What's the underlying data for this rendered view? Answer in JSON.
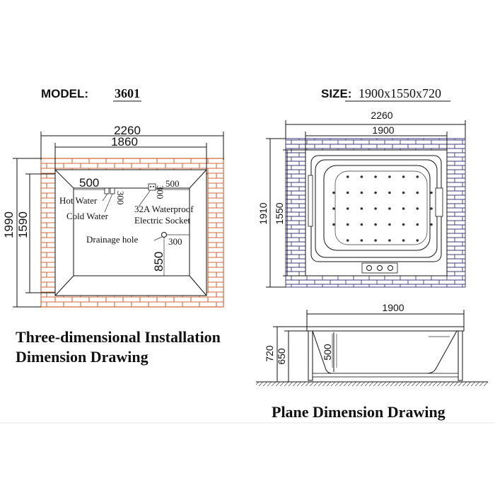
{
  "header": {
    "model_label": "MODEL:",
    "model_value": "3601",
    "size_label": "SIZE:",
    "size_value": "1900x1550x720"
  },
  "installation": {
    "dim_outer_width": "2260",
    "dim_inner_width": "1860",
    "dim_outer_height": "1990",
    "dim_inner_height": "1590",
    "dim_water_offset": "500",
    "dim_hot_water_height": "300",
    "dim_socket_offset": "500",
    "dim_socket_height": "300",
    "dim_drain_offset": "300",
    "dim_drain_height": "850",
    "hot_water_label": "Hot Water",
    "cold_water_label": "Cold Water",
    "socket_label_line1": "32A Waterproof",
    "socket_label_line2": "Electric Socket",
    "drainage_label": "Drainage hole",
    "caption_line1": "Three-dimensional Installation",
    "caption_line2": "Dimension Drawing",
    "brick_color": "#d2693c"
  },
  "plan": {
    "dim_outer_width": "2260",
    "dim_tub_width": "1900",
    "dim_outer_height": "1910",
    "dim_tub_height": "1550",
    "jet_rows": 5,
    "jet_cols": 8,
    "brick_color": "#3a3a7a"
  },
  "side": {
    "dim_width": "1900",
    "dim_total_height": "720",
    "dim_frame_height": "650",
    "dim_tub_depth": "500",
    "caption": "Plane Dimension Drawing"
  }
}
